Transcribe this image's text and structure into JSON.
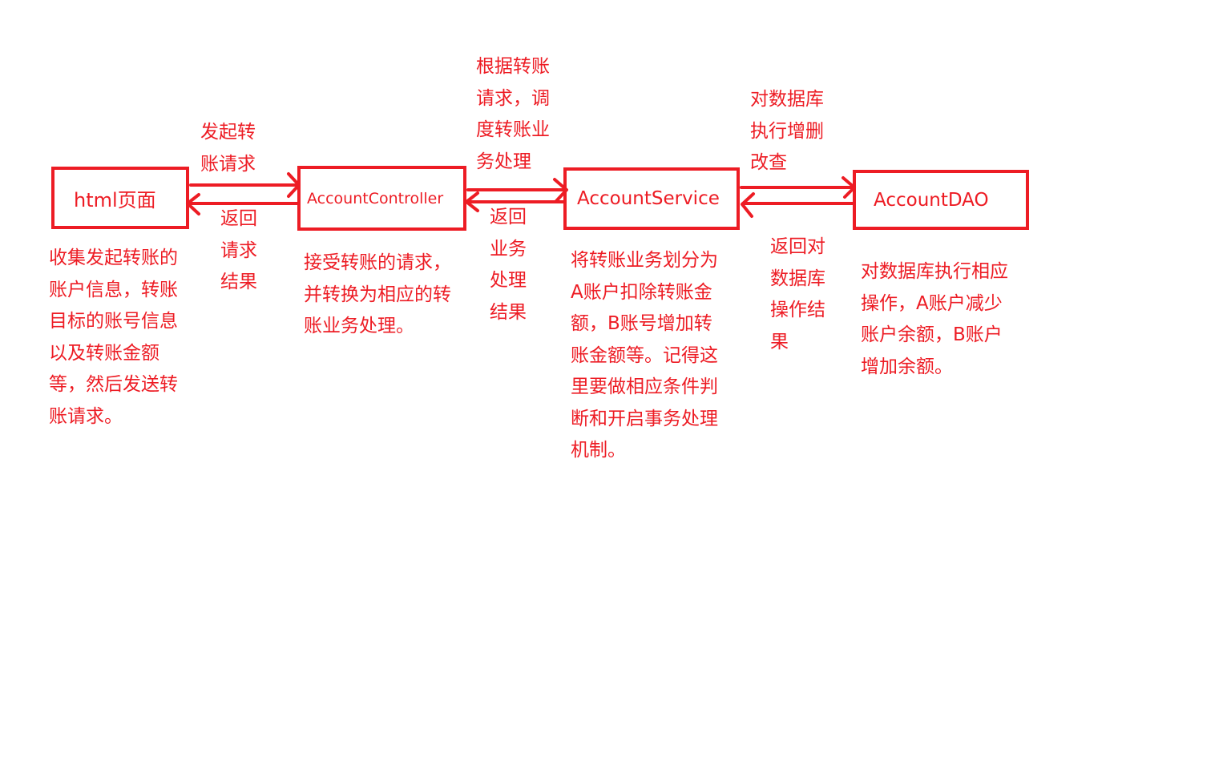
{
  "colors": {
    "accent": "#ED1C24"
  },
  "nodes": {
    "html_page": "html页面",
    "controller": "AccountController",
    "service": "AccountService",
    "dao": "AccountDAO"
  },
  "edges": {
    "html_to_controller": "发起转\n账请求",
    "controller_to_html": "返回\n请求\n结果",
    "controller_to_service": "根据转账\n请求，调\n度转账业\n务处理",
    "service_to_controller": "返回\n业务\n处理\n结果",
    "service_to_dao": "对数据库\n执行增删\n改查",
    "dao_to_service": "返回对\n数据库\n操作结\n果"
  },
  "descriptions": {
    "html_page": "收集发起转账的\n账户信息，转账\n目标的账号信息\n以及转账金额\n等，然后发送转\n账请求。",
    "controller": "接受转账的请求，\n并转换为相应的转\n账业务处理。",
    "service": "将转账业务划分为\nA账户扣除转账金\n额，B账号增加转\n账金额等。记得这\n里要做相应条件判\n断和开启事务处理\n机制。",
    "dao": "对数据库执行相应\n操作，A账户减少\n账户余额，B账户\n增加余额。"
  }
}
